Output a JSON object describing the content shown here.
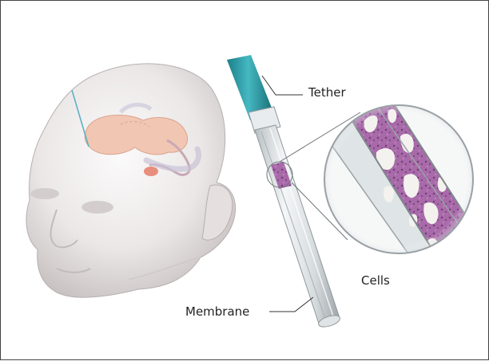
{
  "labels": {
    "tether": "Tether",
    "cells": "Cells",
    "membrane": "Membrane"
  },
  "colors": {
    "tether": "#2fa3ad",
    "cells": "#a86aa9",
    "skin": "#e9e4e4",
    "brain": "#f1c6b2"
  },
  "icons": {
    "head": "human-head-illustration",
    "probe": "implant-tube-illustration",
    "magnifier": "magnified-cells-illustration"
  }
}
